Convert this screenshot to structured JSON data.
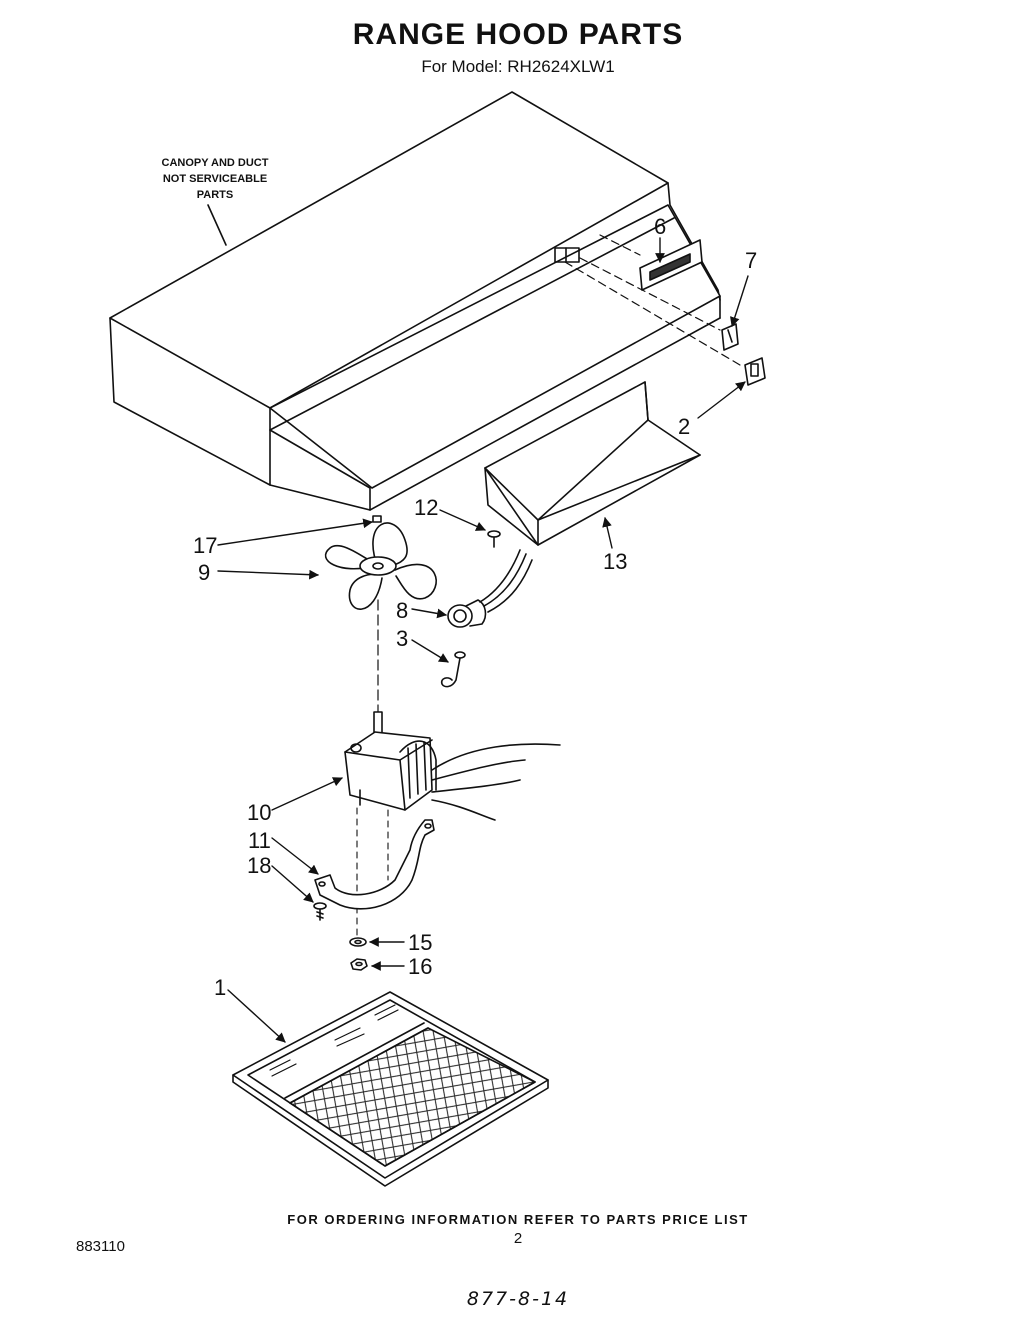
{
  "header": {
    "title": "RANGE HOOD PARTS",
    "model": "For Model: RH2624XLW1"
  },
  "note": "CANOPY AND DUCT\nNOT SERVICEABLE\nPARTS",
  "callouts": [
    "6",
    "7",
    "2",
    "12",
    "13",
    "17",
    "9",
    "8",
    "3",
    "10",
    "11",
    "18",
    "15",
    "16",
    "1"
  ],
  "footer": {
    "ordering": "FOR ORDERING INFORMATION REFER TO PARTS PRICE LIST",
    "page": "2",
    "code": "883110",
    "signature": "877-8-14"
  }
}
